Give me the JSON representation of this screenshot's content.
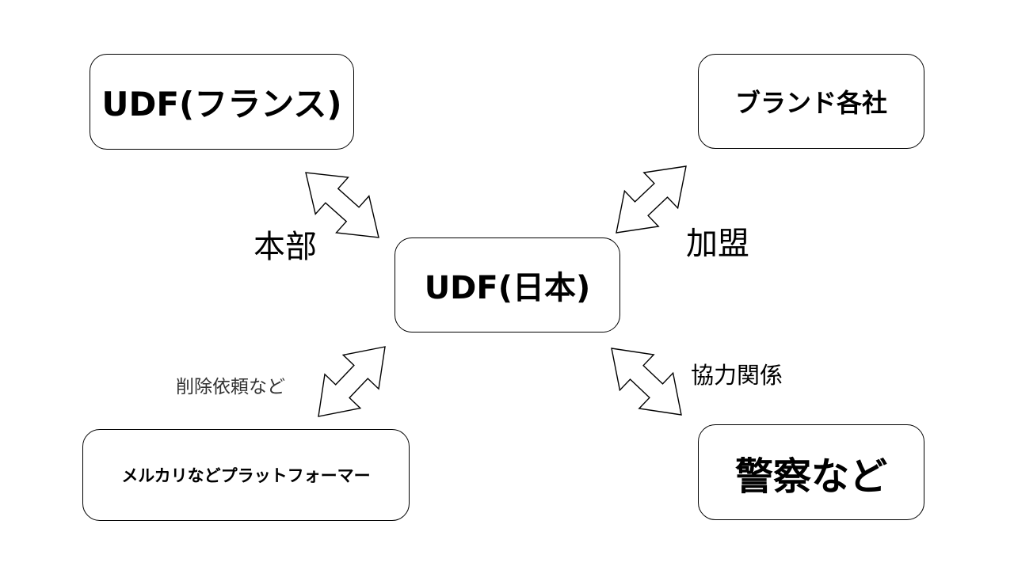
{
  "nodes": {
    "udf_france": "UDF(フランス)",
    "brands": "ブランド各社",
    "udf_japan": "UDF(日本)",
    "platforms": "メルカリなどプラットフォーマー",
    "police": "警察など"
  },
  "edge_labels": {
    "france_japan": "本部",
    "brands_japan": "加盟",
    "platforms_japan": "削除依頼など",
    "police_japan": "協力関係"
  },
  "edges": [
    {
      "from": "UDF(フランス)",
      "to": "UDF(日本)",
      "style": "double-arrow"
    },
    {
      "from": "ブランド各社",
      "to": "UDF(日本)",
      "style": "double-arrow"
    },
    {
      "from": "メルカリなどプラットフォーマー",
      "to": "UDF(日本)",
      "style": "double-arrow"
    },
    {
      "from": "警察など",
      "to": "UDF(日本)",
      "style": "double-arrow"
    }
  ]
}
